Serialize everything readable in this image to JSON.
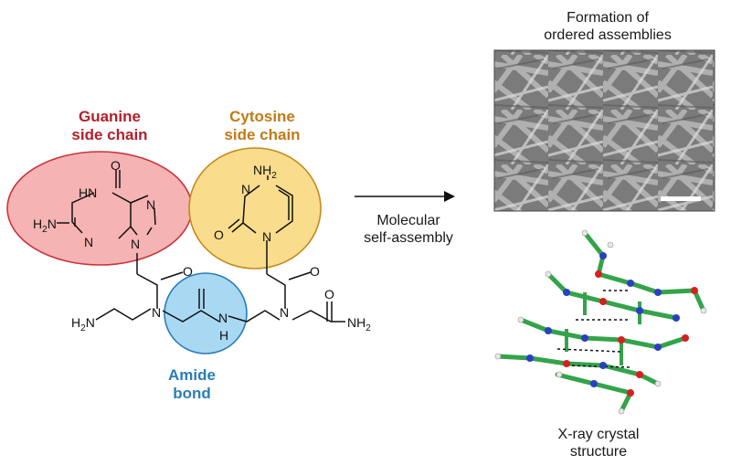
{
  "labels": {
    "guanine": [
      "Guanine",
      "side chain"
    ],
    "cytosine": [
      "Cytosine",
      "side chain"
    ],
    "amide": [
      "Amide",
      "bond"
    ],
    "self_assembly": [
      "Molecular",
      "self-assembly"
    ],
    "formation": [
      "Formation of",
      "ordered assemblies"
    ],
    "xray": [
      "X-ray crystal",
      "structure"
    ]
  },
  "atoms": {
    "o": "O",
    "n": "N",
    "hn": "HN",
    "nh": "NH",
    "h": "H",
    "nh2_left_main": "N",
    "nh2_left_sub": "2",
    "nh2_right_main": "NH",
    "nh2_right_sub": "2",
    "h2n_main": "H",
    "h2n_sub": "2",
    "h2n_n": "N"
  },
  "colors": {
    "guanine": "#b3202a",
    "guanine_fill": "#f6b3b3",
    "cytosine": "#c17a16",
    "cytosine_fill": "#f9dc8c",
    "amide": "#2a7db8",
    "amide_fill": "#a9d8f3",
    "sem_bg": "#8a8a8a",
    "carbon": "#34a34a",
    "nitrogen": "#2b3fc2",
    "oxygen": "#d62020",
    "hydrogen": "#e8e8e8"
  },
  "panels": {
    "sem_image": "sem-micrograph",
    "crystal_image": "crystal-structure-render"
  }
}
